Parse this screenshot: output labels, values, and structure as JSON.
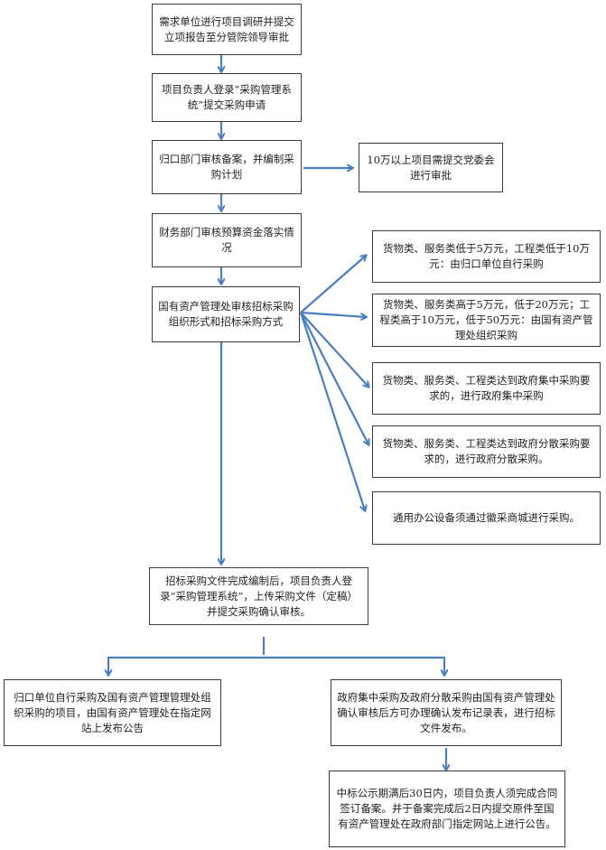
{
  "flowchart": {
    "arrow_color": "#4a7ebf",
    "nodes": {
      "n1": "需求单位进行项目调研并提交立项报告至分管院领导审批",
      "n2": "项目负责人登录“采购管理系统”提交采购申请",
      "n3": "归口部门审核备案，并编制采购计划",
      "n3b": "10万以上项目需提交党委会进行审批",
      "n4": "财务部门审核预算资金落实情况",
      "n5": "国有资产管理处审核招标采购组织形式和招标采购方式",
      "r1": "货物类、服务类低于5万元，工程类低于10万元：由归口单位自行采购",
      "r2": "货物类、服务类高于5万元，低于20万元；工程类高于10万元，低于50万元：由国有资产管理处组织采购",
      "r3": "货物类、服务类、工程类达到政府集中采购要求的，进行政府集中采购",
      "r4": "货物类、服务类、工程类达到政府分散采购要求的，进行政府分散采购。",
      "r5": "通用办公设备须通过徽采商城进行采购。",
      "n6": "招标采购文件完成编制后，项目负责人登录“采购管理系统”，上传采购文件（定稿）并提交采购确认审核。",
      "n7a": "归口单位自行采购及国有资产管理管理处组织采购的项目，由国有资产管理处在指定网站上发布公告",
      "n7b": "政府集中采购及政府分散采购由国有资产管理处确认审核后方可办理确认发布记录表，进行招标文件发布。",
      "n8": "中标公示期满后30日内，项目负责人须完成合同签订备案。并于备案完成后2日内提交原件至国有资产管理处在政府部门指定网站上进行公告。"
    }
  }
}
